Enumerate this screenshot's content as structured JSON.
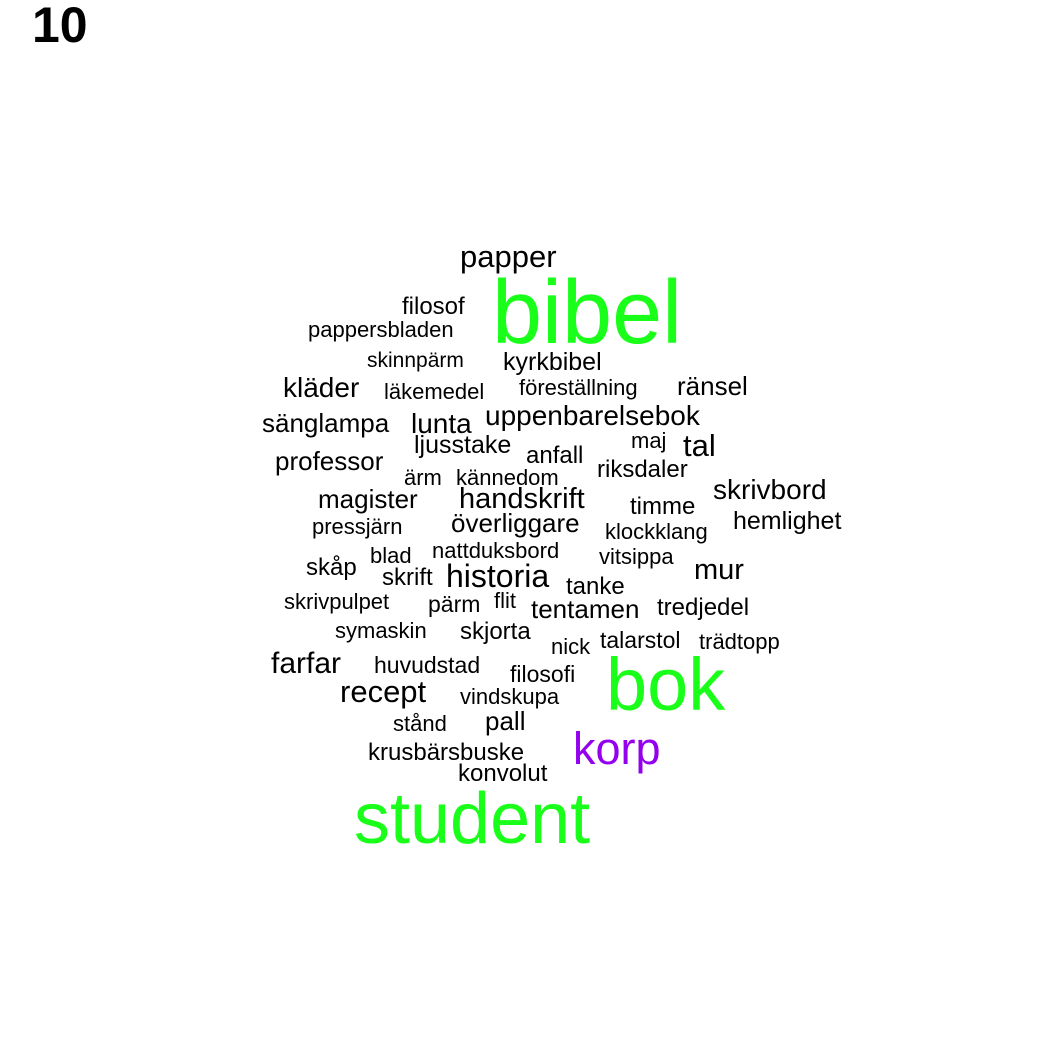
{
  "panel_label": "10",
  "colors": {
    "default": "#000000",
    "highlight_green": "#19ff19",
    "highlight_purple": "#9400ee"
  },
  "words": [
    {
      "text": "papper",
      "color": "default"
    },
    {
      "text": "bibel",
      "color": "highlight_green"
    },
    {
      "text": "filosof",
      "color": "default"
    },
    {
      "text": "pappersbladen",
      "color": "default"
    },
    {
      "text": "skinnpärm",
      "color": "default"
    },
    {
      "text": "kyrkbibel",
      "color": "default"
    },
    {
      "text": "kläder",
      "color": "default"
    },
    {
      "text": "läkemedel",
      "color": "default"
    },
    {
      "text": "föreställning",
      "color": "default"
    },
    {
      "text": "ränsel",
      "color": "default"
    },
    {
      "text": "sänglampa",
      "color": "default"
    },
    {
      "text": "lunta",
      "color": "default"
    },
    {
      "text": "uppenbarelsebok",
      "color": "default"
    },
    {
      "text": "ljusstake",
      "color": "default"
    },
    {
      "text": "anfall",
      "color": "default"
    },
    {
      "text": "maj",
      "color": "default"
    },
    {
      "text": "tal",
      "color": "default"
    },
    {
      "text": "professor",
      "color": "default"
    },
    {
      "text": "ärm",
      "color": "default"
    },
    {
      "text": "kännedom",
      "color": "default"
    },
    {
      "text": "riksdaler",
      "color": "default"
    },
    {
      "text": "skrivbord",
      "color": "default"
    },
    {
      "text": "magister",
      "color": "default"
    },
    {
      "text": "handskrift",
      "color": "default"
    },
    {
      "text": "timme",
      "color": "default"
    },
    {
      "text": "pressjärn",
      "color": "default"
    },
    {
      "text": "överliggare",
      "color": "default"
    },
    {
      "text": "klockklang",
      "color": "default"
    },
    {
      "text": "hemlighet",
      "color": "default"
    },
    {
      "text": "nattduksbord",
      "color": "default"
    },
    {
      "text": "blad",
      "color": "default"
    },
    {
      "text": "skåp",
      "color": "default"
    },
    {
      "text": "vitsippa",
      "color": "default"
    },
    {
      "text": "skrift",
      "color": "default"
    },
    {
      "text": "historia",
      "color": "default"
    },
    {
      "text": "mur",
      "color": "default"
    },
    {
      "text": "tanke",
      "color": "default"
    },
    {
      "text": "skrivpulpet",
      "color": "default"
    },
    {
      "text": "pärm",
      "color": "default"
    },
    {
      "text": "flit",
      "color": "default"
    },
    {
      "text": "tentamen",
      "color": "default"
    },
    {
      "text": "tredjedel",
      "color": "default"
    },
    {
      "text": "symaskin",
      "color": "default"
    },
    {
      "text": "skjorta",
      "color": "default"
    },
    {
      "text": "talarstol",
      "color": "default"
    },
    {
      "text": "trädtopp",
      "color": "default"
    },
    {
      "text": "nick",
      "color": "default"
    },
    {
      "text": "farfar",
      "color": "default"
    },
    {
      "text": "huvudstad",
      "color": "default"
    },
    {
      "text": "filosofi",
      "color": "default"
    },
    {
      "text": "bok",
      "color": "highlight_green"
    },
    {
      "text": "recept",
      "color": "default"
    },
    {
      "text": "vindskupa",
      "color": "default"
    },
    {
      "text": "stånd",
      "color": "default"
    },
    {
      "text": "pall",
      "color": "default"
    },
    {
      "text": "korp",
      "color": "highlight_purple"
    },
    {
      "text": "krusbärsbuske",
      "color": "default"
    },
    {
      "text": "konvolut",
      "color": "default"
    },
    {
      "text": "student",
      "color": "highlight_green"
    }
  ]
}
